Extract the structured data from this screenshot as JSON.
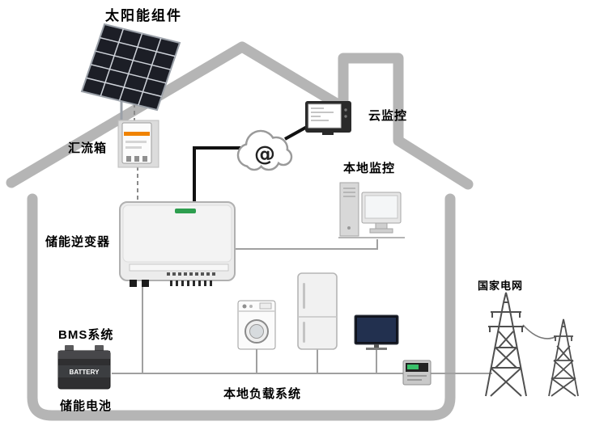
{
  "diagram": {
    "labels": {
      "solar_modules": "太阳能组件",
      "combiner_box": "汇流箱",
      "inverter": "储能逆变器",
      "bms_system": "BMS系统",
      "storage_battery": "储能电池",
      "cloud_monitoring": "云监控",
      "local_monitoring": "本地监控",
      "local_load_system": "本地负载系统",
      "national_grid": "国家电网"
    },
    "texts": {
      "internet_symbol": "@",
      "battery_text": "BATTERY"
    },
    "colors": {
      "house_outline": "#b5b5b5",
      "connection_line": "#a0a0a0",
      "data_line": "#111111",
      "solar_panel_fill": "#1c1e26",
      "accent_orange": "#f08300",
      "meter_display_green": "#39c06a"
    }
  }
}
